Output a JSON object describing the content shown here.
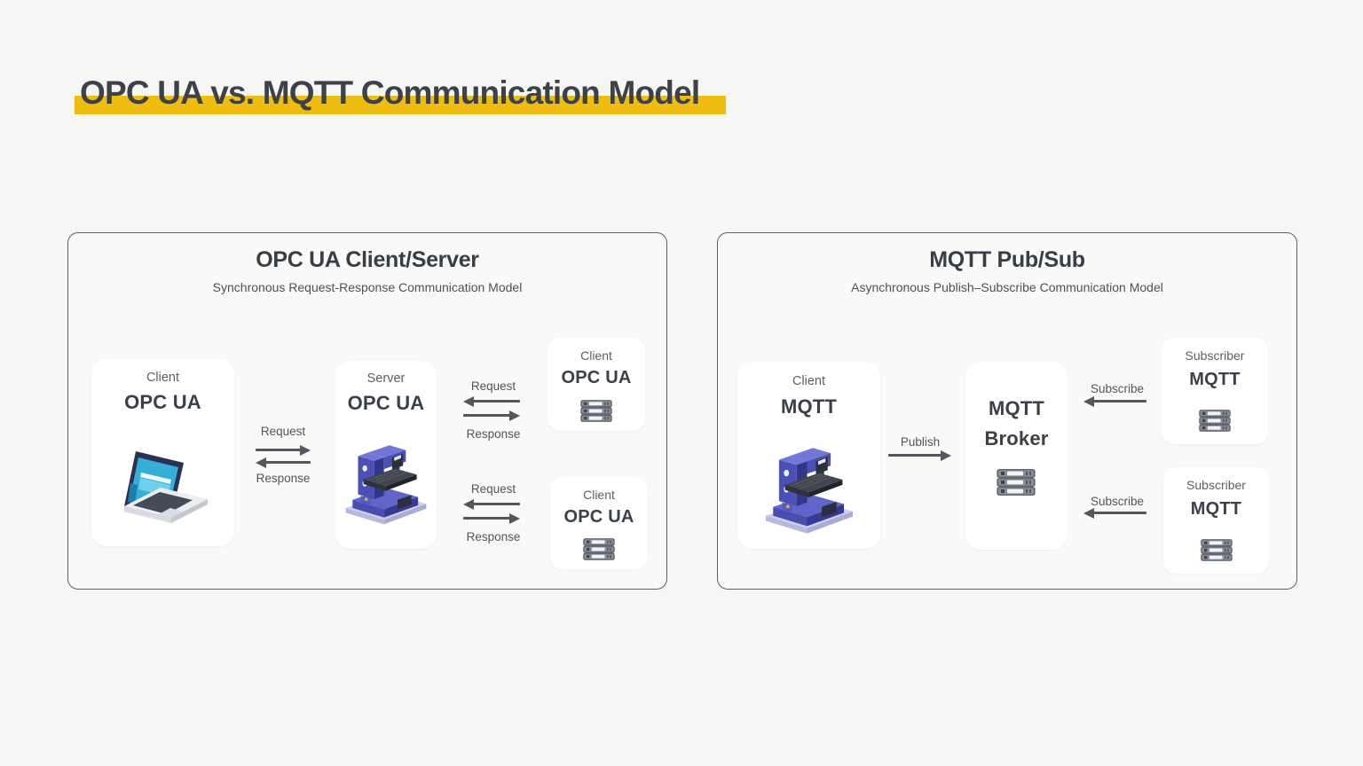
{
  "title": {
    "text": "OPC UA vs. MQTT Communication Model"
  },
  "left_panel": {
    "title": "OPC UA Client/Server",
    "subtitle": "Synchronous Request-Response Communication Model",
    "client": {
      "role": "Client",
      "protocol": "OPC UA",
      "icon": "laptop-computer"
    },
    "server": {
      "role": "Server",
      "protocol": "OPC UA",
      "icon": "cnc-machine"
    },
    "client_server_flow": {
      "request": "Request",
      "response": "Response"
    },
    "server_client_flows": [
      {
        "request": "Request",
        "response": "Response"
      },
      {
        "request": "Request",
        "response": "Response"
      }
    ],
    "remote_clients": [
      {
        "role": "Client",
        "protocol": "OPC UA",
        "icon": "server-stack"
      },
      {
        "role": "Client",
        "protocol": "OPC UA",
        "icon": "server-stack"
      }
    ]
  },
  "right_panel": {
    "title": "MQTT Pub/Sub",
    "subtitle": "Asynchronous Publish–Subscribe Communication Model",
    "client": {
      "role": "Client",
      "protocol": "MQTT",
      "icon": "cnc-machine"
    },
    "publish_flow": {
      "label": "Publish"
    },
    "broker": {
      "protocol": "MQTT",
      "role": "Broker",
      "icon": "server-stack"
    },
    "subscribe_flows": [
      {
        "label": "Subscribe"
      },
      {
        "label": "Subscribe"
      }
    ],
    "subscribers": [
      {
        "role": "Subscriber",
        "protocol": "MQTT",
        "icon": "server-stack"
      },
      {
        "role": "Subscriber",
        "protocol": "MQTT",
        "icon": "server-stack"
      }
    ]
  },
  "colors": {
    "background": "#f6f6f4",
    "panel_background": "#f9f9f7",
    "panel_border": "#5b606b",
    "card_background": "#ffffff",
    "heading_text": "#3b4049",
    "muted_text": "#50555d",
    "arrow": "#53565c",
    "title_highlight": "#eebd10",
    "machine_blue": "#4b50b6",
    "laptop_screen_cyan": "#36aed6"
  }
}
